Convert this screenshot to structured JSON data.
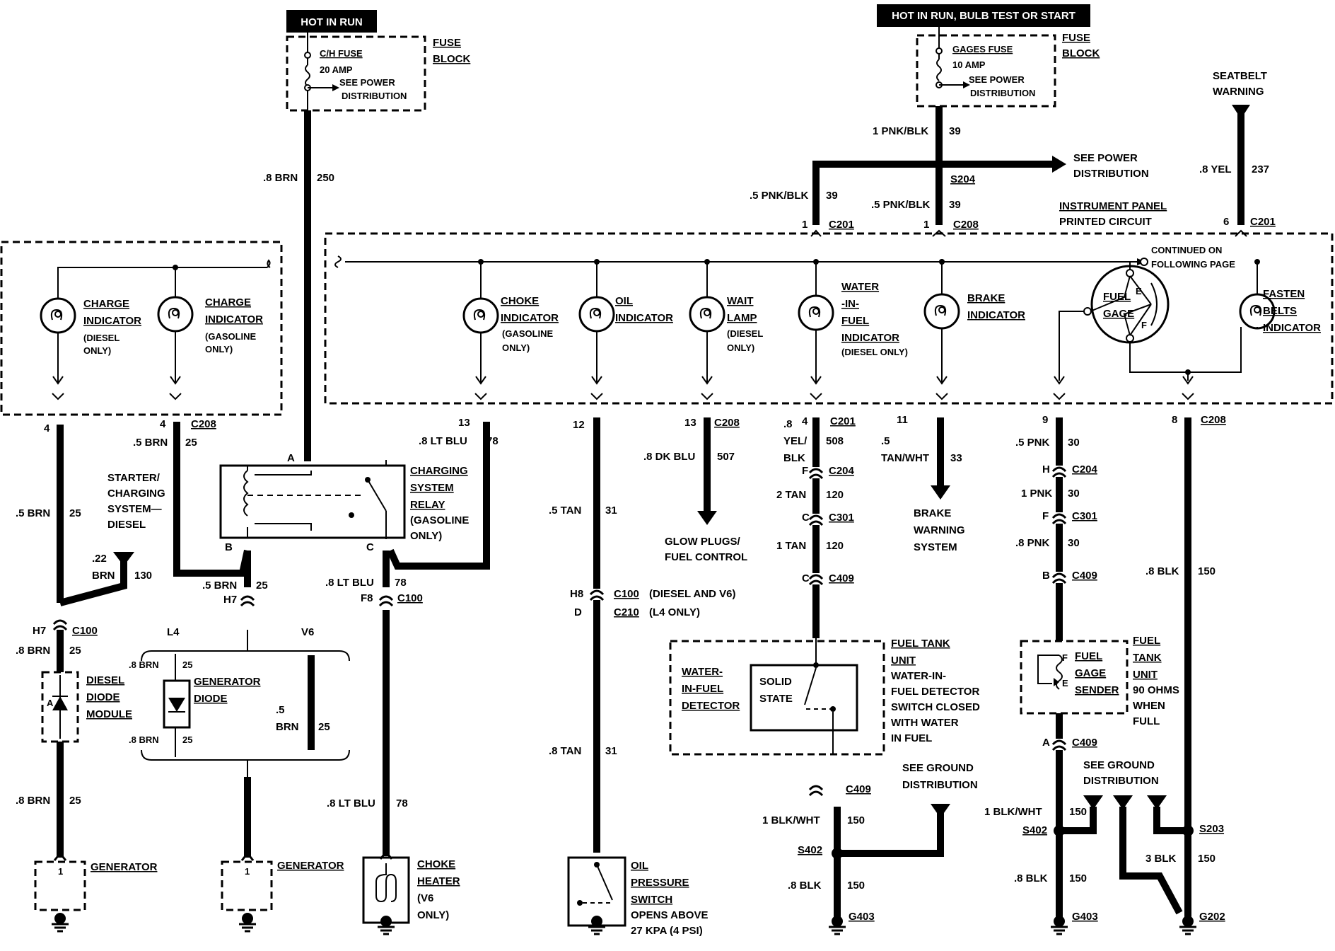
{
  "headers": {
    "hot_in_run": "HOT IN RUN",
    "hot_in_run_bulb": "HOT IN RUN, BULB TEST OR START"
  },
  "fuses": {
    "cn_fuse": "C/H FUSE",
    "cn_amp": "20 AMP",
    "see_power_1": "SEE POWER",
    "distribution_1": "DISTRIBUTION",
    "fuse_block_1a": "FUSE",
    "fuse_block_1b": "BLOCK",
    "gages_fuse": "GAGES FUSE",
    "gages_amp": "10 AMP",
    "see_power_2": "SEE POWER",
    "distribution_2": "DISTRIBUTION",
    "fuse_block_2a": "FUSE",
    "fuse_block_2b": "BLOCK"
  },
  "wires": {
    "brn_8_250": ".8 BRN",
    "c250": "250",
    "pnkblk_1": "1 PNK/BLK",
    "c39a": "39",
    "pnkblk_5a": ".5 PNK/BLK",
    "c39b": "39",
    "pnkblk_5b": ".5 PNK/BLK",
    "c39c": "39",
    "s204": "S204",
    "see_power_dist_a": "SEE POWER",
    "see_power_dist_b": "DISTRIBUTION",
    "seatbelt_a": "SEATBELT",
    "seatbelt_b": "WARNING",
    "yel_8": ".8 YEL",
    "c237": "237",
    "ip_a": "INSTRUMENT PANEL",
    "ip_b": "PRINTED CIRCUIT",
    "continued_a": "CONTINUED ON",
    "continued_b": "FOLLOWING PAGE"
  },
  "connectors": {
    "p1a": "1",
    "c201a": "C201",
    "p1b": "1",
    "c208a": "C208",
    "p6": "6",
    "c201b": "C201",
    "p4a": "4",
    "p4b": "4",
    "c208b": "C208",
    "p13a": "13",
    "p12": "12",
    "p13b": "13",
    "c208c": "C208",
    "p4c": "4",
    "c201c": "C201",
    "p11": "11",
    "p9": "9",
    "p8": "8",
    "c208d": "C208"
  },
  "indicators": {
    "charge_a1": "CHARGE",
    "charge_a2": "INDICATOR",
    "charge_a3": "(DIESEL",
    "charge_a4": "ONLY)",
    "charge_b1": "CHARGE",
    "charge_b2": "INDICATOR",
    "charge_b3": "(GASOLINE",
    "charge_b4": "ONLY)",
    "choke1": "CHOKE",
    "choke2": "INDICATOR",
    "choke3": "(GASOLINE",
    "choke4": "ONLY)",
    "oil1": "OIL",
    "oil2": "INDICATOR",
    "wait1": "WAIT",
    "wait2": "LAMP",
    "wait3": "(DIESEL",
    "wait4": "ONLY)",
    "wif1": "WATER",
    "wif2": "-IN-",
    "wif3": "FUEL",
    "wif4": "INDICATOR",
    "wif5": "(DIESEL ONLY)",
    "brake1": "BRAKE",
    "brake2": "INDICATOR",
    "fuelgage1": "FUEL",
    "fuelgage2": "GAGE",
    "fasten1": "FASTEN",
    "fasten2": "BELTS",
    "fasten3": "INDICATOR",
    "gage_e": "E",
    "gage_f": "F"
  },
  "lower_left": {
    "brn5_25": ".5 BRN",
    "c25a": "25",
    "brn5_25b": ".5 BRN",
    "c25b": "25",
    "starter1": "STARTER/",
    "starter2": "CHARGING",
    "starter3": "SYSTEM—",
    "starter4": "DIESEL",
    "brn22a": ".22",
    "brn22b": "BRN",
    "c130": "130",
    "h7a": "H7",
    "c100a": "C100",
    "brn8a": ".8 BRN",
    "c25c": "25",
    "diesel1": "DIESEL",
    "diesel2": "DIODE",
    "diesel3": "MODULE",
    "diode_a": "A",
    "brn8b": ".8 BRN",
    "c25d": "25",
    "generator_a": "GENERATOR",
    "gen_pin_a": "1",
    "relay_a": "A",
    "relay1": "CHARGING",
    "relay2": "SYSTEM",
    "relay3": "RELAY",
    "relay4": "(GASOLINE",
    "relay5": "ONLY)",
    "ltblu8a": ".8 LT BLU",
    "c78a": "78",
    "relay_b": "B",
    "relay_c": "C",
    "brn5c": ".5 BRN",
    "c25e": "25",
    "h7b": "H7",
    "ltblu8b": ".8 LT BLU",
    "c78b": "78",
    "f8": "F8",
    "c100b": "C100",
    "l4": "L4",
    "v6": "V6",
    "brn8c": ".8 BRN",
    "c25f": "25",
    "gendiode1": "GENERATOR",
    "gendiode2": "DIODE",
    "brn8d": ".8 BRN",
    "c25g": "25",
    "brn5d": ".5",
    "brn5e": "BRN",
    "c25h": "25",
    "generator_b": "GENERATOR",
    "gen_pin_b": "1",
    "ltblu8c": ".8 LT BLU",
    "c78c": "78",
    "choke_h1": "CHOKE",
    "choke_h2": "HEATER",
    "choke_h3": "(V6",
    "choke_h4": "ONLY)"
  },
  "middle": {
    "tan5": ".5 TAN",
    "c31a": "31",
    "h8": "H8",
    "d": "D",
    "c100c": "C100",
    "c100c_t": "(DIESEL AND V6)",
    "c210": "C210",
    "c210_t": "(L4 ONLY)",
    "tan8": ".8 TAN",
    "c31b": "31",
    "oil_sw1": "OIL",
    "oil_sw2": "PRESSURE",
    "oil_sw3": "SWITCH",
    "oil_sw4": "OPENS ABOVE",
    "oil_sw5": "27 KPA (4 PSI)",
    "dkblu": ".8 DK BLU",
    "c507": "507",
    "glow1": "GLOW PLUGS/",
    "glow2": "FUEL CONTROL"
  },
  "right_a": {
    "yelblk1": ".8",
    "yelblk2": "YEL/",
    "yelblk3": "BLK",
    "c508": "508",
    "f204": "F",
    "c204a": "C204",
    "tan2": "2 TAN",
    "c120a": "120",
    "c301p": "C",
    "c301a": "C301",
    "tan1": "1 TAN",
    "c120b": "120",
    "c409p": "C",
    "c409a": "C409",
    "wifd1": "WATER-",
    "wifd2": "IN-FUEL",
    "wifd3": "DETECTOR",
    "solid1": "SOLID",
    "solid2": "STATE",
    "ftu1": "FUEL TANK",
    "ftu2": "UNIT",
    "ftu3": "WATER-IN-",
    "ftu4": "FUEL DETECTOR",
    "ftu5": "SWITCH CLOSED",
    "ftu6": "WITH WATER",
    "ftu7": "IN FUEL",
    "c409bp": "A",
    "c409b": "C409",
    "blkwht1": "1 BLK/WHT",
    "c150a": "150",
    "s402a": "S402",
    "blk8a": ".8 BLK",
    "c150b": "150",
    "g403a": "G403",
    "seeground1a": "SEE GROUND",
    "seeground1b": "DISTRIBUTION"
  },
  "right_b": {
    "tanwht1": ".5",
    "tanwht2": "TAN/WHT",
    "c33": "33",
    "bw1": "BRAKE",
    "bw2": "WARNING",
    "bw3": "SYSTEM",
    "pnk5": ".5 PNK",
    "c30a": "30",
    "h204": "H",
    "c204b": "C204",
    "pnk1": "1 PNK",
    "c30b": "30",
    "f301": "F",
    "c301b": "C301",
    "pnk8": ".8 PNK",
    "c30c": "30",
    "b409": "B",
    "c409c": "C409",
    "fgs_f": "F",
    "fgs_e": "E",
    "fgs1": "FUEL",
    "fgs2": "GAGE",
    "fgs3": "SENDER",
    "ftu_r1": "FUEL",
    "ftu_r2": "TANK",
    "ftu_r3": "UNIT",
    "ftu_r4": "90 OHMS",
    "ftu_r5": "WHEN",
    "ftu_r6": "FULL",
    "a409": "A",
    "c409d": "C409",
    "seeground2a": "SEE GROUND",
    "seeground2b": "DISTRIBUTION",
    "blkwht2": "1 BLK/WHT",
    "c150c": "150",
    "s402b": "S402",
    "blk8b": ".8 BLK",
    "c150d": "150",
    "g403b": "G403",
    "blk8c": ".8 BLK",
    "c150e": "150",
    "s203": "S203",
    "blk3": "3 BLK",
    "c150f": "150",
    "g202": "G202"
  }
}
